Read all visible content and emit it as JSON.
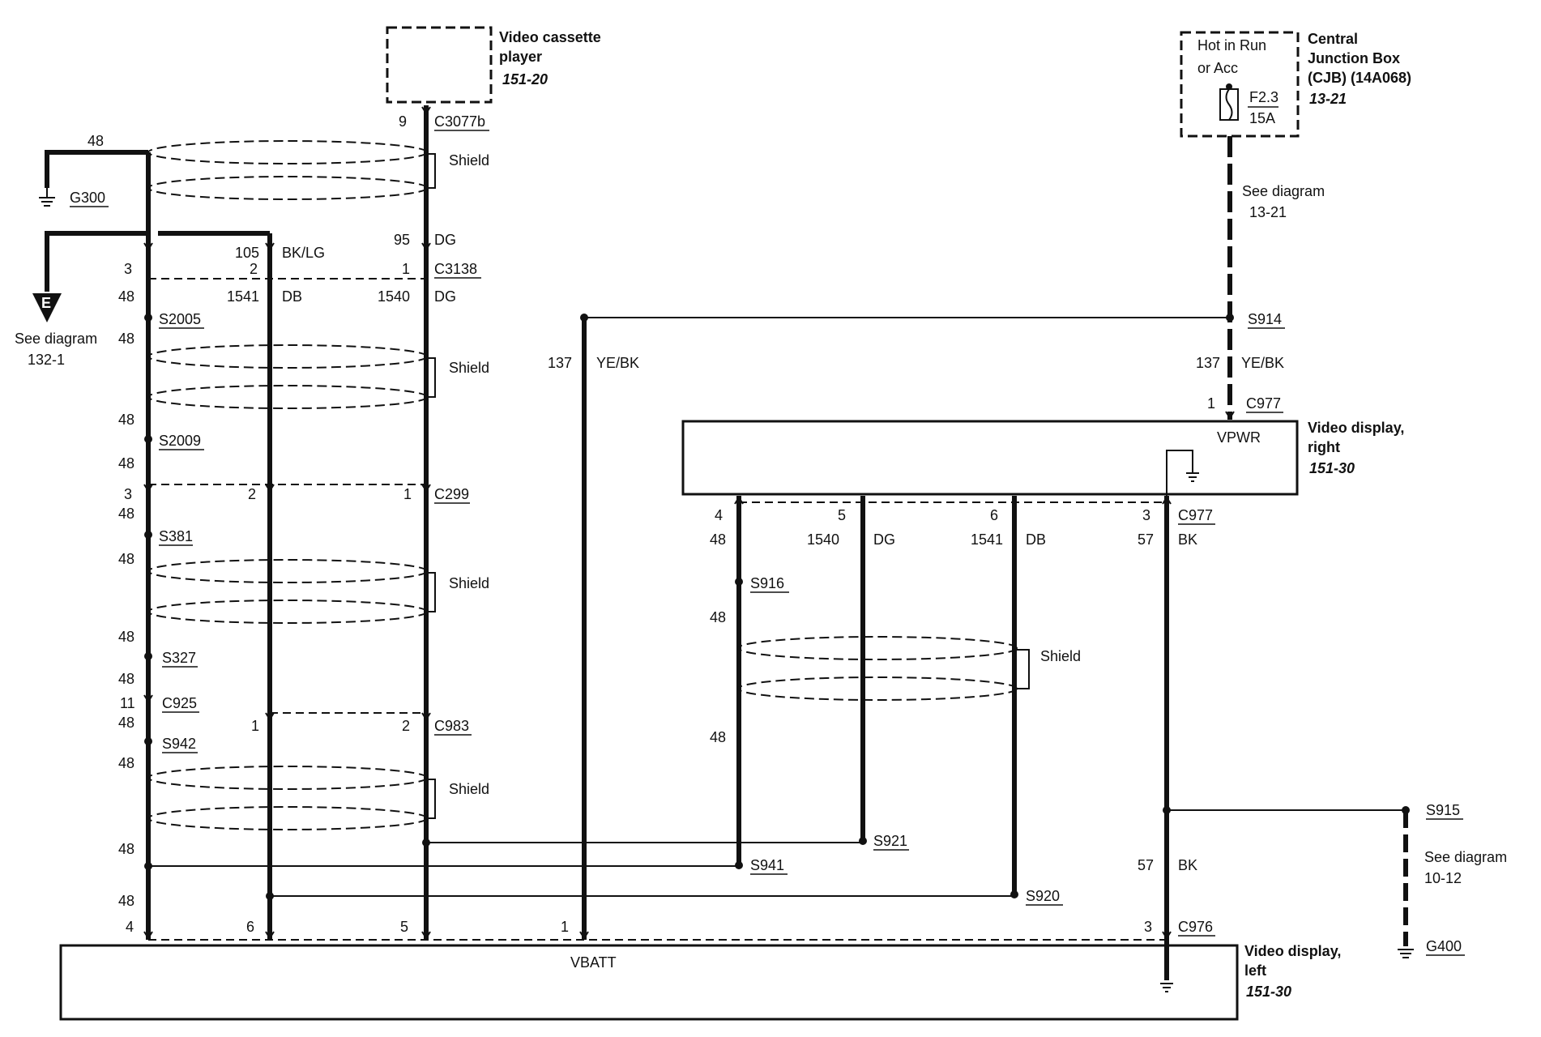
{
  "components": {
    "vcp": {
      "name_line1": "Video cassette",
      "name_line2": "player",
      "ref": "151-20"
    },
    "cjb": {
      "name_line1": "Central",
      "name_line2": "Junction Box",
      "name_line3": "(CJB) (14A068)",
      "ref": "13-21",
      "hot_line1": "Hot in Run",
      "hot_line2": "or Acc",
      "fuse": "F2.3",
      "fuse_rating": "15A"
    },
    "vdr": {
      "name_line1": "Video display,",
      "name_line2": "right",
      "ref": "151-30",
      "pin": "VPWR"
    },
    "vdl": {
      "name_line1": "Video display,",
      "name_line2": "left",
      "ref": "151-30",
      "pin": "VBATT"
    }
  },
  "see": {
    "d1321_l1": "See diagram",
    "d1321_l2": "13-21",
    "d1321b_l1": "See diagram",
    "d1321b_l2": "132-1",
    "d1012_l1": "See diagram",
    "d1012_l2": "10-12",
    "e": "E"
  },
  "connectors": {
    "c3077b": "C3077b",
    "c3138": "C3138",
    "c299": "C299",
    "c925": "C925",
    "c983": "C983",
    "c977a": "C977",
    "c977b": "C977",
    "c976": "C976"
  },
  "splices": {
    "s2005": "S2005",
    "s2009": "S2009",
    "s381": "S381",
    "s327": "S327",
    "s942": "S942",
    "s914": "S914",
    "s916": "S916",
    "s921": "S921",
    "s941": "S941",
    "s920": "S920",
    "s915": "S915"
  },
  "grounds": {
    "g300": "G300",
    "g400": "G400"
  },
  "shields": {
    "s1": "Shield",
    "s2": "Shield",
    "s3": "Shield",
    "s4": "Shield",
    "s5": "Shield"
  },
  "labels": {
    "p9": "9",
    "p48top": "48",
    "p105": "105",
    "bklg": "BK/LG",
    "p95": "95",
    "dg1": "DG",
    "p3a": "3",
    "p2a": "2",
    "p1a": "1",
    "p48a": "48",
    "p1541a": "1541",
    "db1": "DB",
    "p1540a": "1540",
    "dg2": "DG",
    "p48b": "48",
    "p48c": "48",
    "p48d": "48",
    "p3b": "3",
    "p2b": "2",
    "p1b": "1",
    "p48e": "48",
    "p48f": "48",
    "p48g": "48",
    "p48h": "48",
    "p11": "11",
    "p1c": "1",
    "p2c": "2",
    "p48i": "48",
    "p48j": "48",
    "p48k": "48",
    "p48l": "48",
    "p4a": "4",
    "p6a": "6",
    "p5a": "5",
    "p1d": "1",
    "p3c": "3",
    "p137a": "137",
    "yebk1": "YE/BK",
    "p137b": "137",
    "yebk2": "YE/BK",
    "p1e": "1",
    "p4b": "4",
    "p5b": "5",
    "p6b": "6",
    "p3d": "3",
    "p48m": "48",
    "p1540b": "1540",
    "dg3": "DG",
    "p1541b": "1541",
    "db2": "DB",
    "p57a": "57",
    "bk1": "BK",
    "p48n": "48",
    "p48o": "48",
    "p57b": "57",
    "bk2": "BK"
  }
}
